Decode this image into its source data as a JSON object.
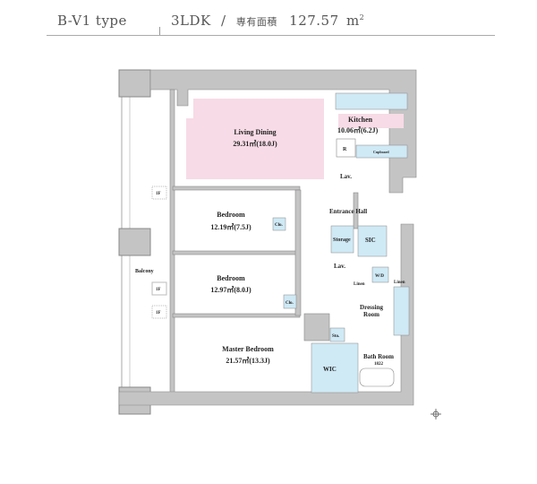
{
  "header": {
    "type_label": "B-V1 type",
    "layout": "3LDK",
    "separator": "/",
    "area_label": "専有面積",
    "area_value": "127.57",
    "area_unit": "m",
    "area_unit_sup": "2"
  },
  "rooms": {
    "living": {
      "name": "Living Dining",
      "area": "29.31㎡(18.0J)"
    },
    "kitchen": {
      "name": "Kitchen",
      "area": "10.06㎡(6.2J)"
    },
    "bedroom1": {
      "name": "Bedroom",
      "area": "12.19㎡(7.5J)"
    },
    "bedroom2": {
      "name": "Bedroom",
      "area": "12.97㎡(8.0J)"
    },
    "master": {
      "name": "Master Bedroom",
      "area": "21.57㎡(13.3J)"
    },
    "entrance": {
      "name": "Entrance Hall"
    },
    "storage": {
      "name": "Storage"
    },
    "sic": {
      "name": "SIC"
    },
    "lav1": {
      "name": "Lav."
    },
    "lav2": {
      "name": "Lav."
    },
    "refrigerator": {
      "name": "R"
    },
    "cupboard": {
      "name": "Cupboard"
    },
    "wd": {
      "name": "W/D"
    },
    "linen1": {
      "name": "Linen"
    },
    "linen2": {
      "name": "Linen"
    },
    "dressing": {
      "name1": "Dressing",
      "name2": "Room"
    },
    "storage_small": {
      "name": "Sto."
    },
    "wic": {
      "name": "WIC"
    },
    "bath": {
      "name": "Bath Room",
      "size": "1822"
    },
    "closet1": {
      "name": "Clo."
    },
    "closet2": {
      "name": "Clo."
    },
    "balcony": {
      "name": "Balcony"
    },
    "outdoor_unit": [
      "1F",
      "1F",
      "1F"
    ]
  },
  "colors": {
    "living": "#f7dbe6",
    "storage": "#cfe9f5",
    "wall": "#c4c4c4"
  }
}
